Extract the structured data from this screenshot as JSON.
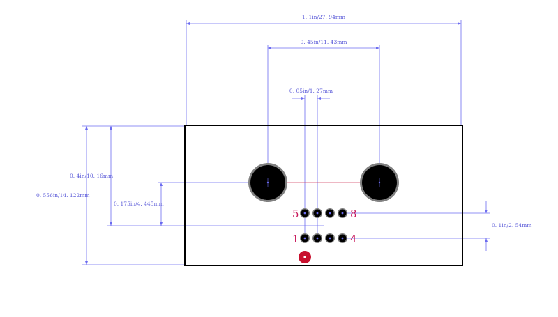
{
  "dimensions": {
    "overall_width": "1. 1in/27. 94mm",
    "mounting_hole_spacing": "0. 45in/11. 43mm",
    "pin_pitch": "0. 05in/1. 27mm",
    "height_to_row": "0. 4in/10. 16mm",
    "overall_height": "0. 556in/14. 122mm",
    "hole_offset": "0. 175in/4. 445mm",
    "row_spacing": "0. 1in/2. 54mm"
  },
  "pin_labels": {
    "top_left": "5",
    "top_right": "8",
    "bottom_left": "1",
    "bottom_right": "4"
  },
  "colors": {
    "dimension": "#6b6bf0",
    "outline": "#000000",
    "pin_label": "#c8185a",
    "marker": "#c8102e",
    "hole_ring": "#808080"
  }
}
